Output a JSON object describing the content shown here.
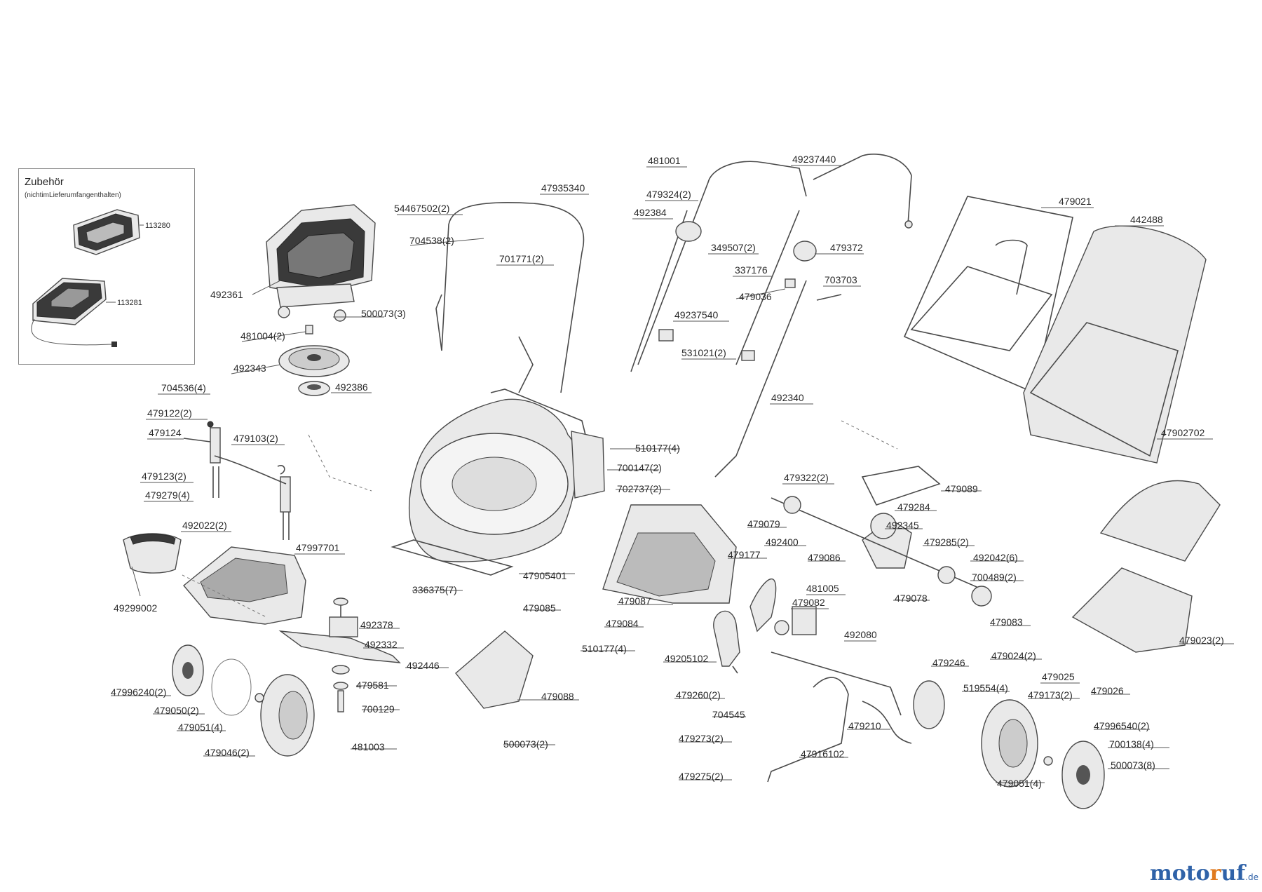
{
  "accessory": {
    "title": "Zubehör",
    "subtitle": "(nichtimLieferumfangenthalten)",
    "items": [
      {
        "part": "113280"
      },
      {
        "part": "113281"
      }
    ]
  },
  "parts": {
    "p492361": "492361",
    "p500073_3": "500073(3)",
    "p481004_2": "481004(2)",
    "p492343": "492343",
    "p492386": "492386",
    "p704536_4": "704536(4)",
    "p479122_2": "479122(2)",
    "p479124": "479124",
    "p479103_2": "479103(2)",
    "p479123_2": "479123(2)",
    "p479279_4": "479279(4)",
    "p492022_2": "492022(2)",
    "p47997701": "47997701",
    "p49299002": "49299002",
    "p54467502_2": "54467502(2)",
    "p704538_2": "704538(2)",
    "p47935340": "47935340",
    "p701771_2": "701771(2)",
    "p481001": "481001",
    "p479324_2": "479324(2)",
    "p492384": "492384",
    "p49237440": "49237440",
    "p349507_2": "349507(2)",
    "p479372": "479372",
    "p337176": "337176",
    "p479036": "479036",
    "p703703": "703703",
    "p49237540": "49237540",
    "p531021_2": "531021(2)",
    "p492340": "492340",
    "p479021": "479021",
    "p442488": "442488",
    "p47902702": "47902702",
    "p510177_4_a": "510177(4)",
    "p700147_2": "700147(2)",
    "p702737_2": "702737(2)",
    "p336375_7": "336375(7)",
    "p47905401": "47905401",
    "p479089": "479089",
    "p479322_2": "479322(2)",
    "p479284": "479284",
    "p479079": "479079",
    "p492345": "492345",
    "p492400": "492400",
    "p479285_2": "479285(2)",
    "p479086": "479086",
    "p479177": "479177",
    "p492042_6": "492042(6)",
    "p481005": "481005",
    "p700489_2": "700489(2)",
    "p479078": "479078",
    "p479085": "479085",
    "p479087": "479087",
    "p479082": "479082",
    "p479083": "479083",
    "p479084": "479084",
    "p510177_4_b": "510177(4)",
    "p479023_2": "479023(2)",
    "p492378": "492378",
    "p492332": "492332",
    "p492446": "492446",
    "p479581": "479581",
    "p700129": "700129",
    "p481003": "481003",
    "p479088": "479088",
    "p500073_2": "500073(2)",
    "p47996240_2": "47996240(2)",
    "p479050_2": "479050(2)",
    "p479051_4_a": "479051(4)",
    "p479046_2": "479046(2)",
    "p49205102": "49205102",
    "p479260_2": "479260(2)",
    "p704545": "704545",
    "p492080": "492080",
    "p479246": "479246",
    "p479210": "479210",
    "p479273_2": "479273(2)",
    "p479275_2": "479275(2)",
    "p47916102": "47916102",
    "p479024_2": "479024(2)",
    "p479025": "479025",
    "p479026": "479026",
    "p519554_4": "519554(4)",
    "p479173_2": "479173(2)",
    "p47996540_2": "47996540(2)",
    "p700138_4": "700138(4)",
    "p500073_8": "500073(8)",
    "p479051_4_b": "479051(4)"
  },
  "logo": {
    "part1": "moto",
    "part2": "r",
    "part3": "uf",
    "tld": ".de"
  }
}
